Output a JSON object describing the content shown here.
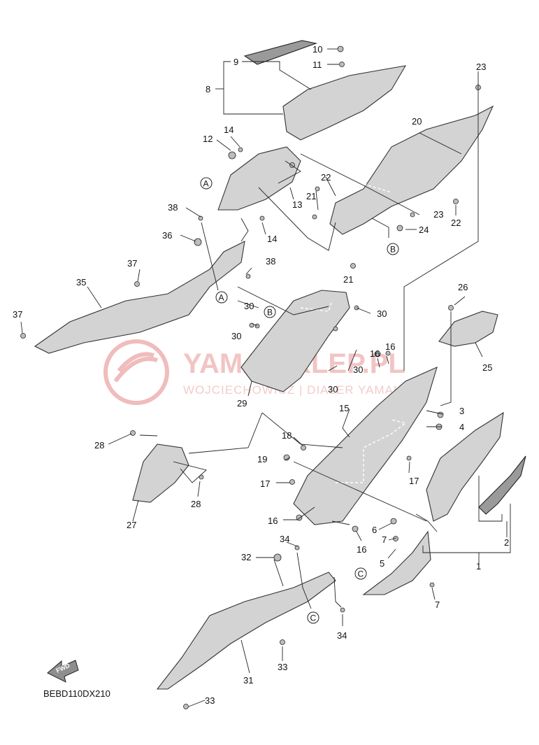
{
  "diagram_code": "BEBD110DX210",
  "fwd_label": "FWD",
  "watermark": {
    "brand": "YAMA-SKLEP.PL",
    "subtitle": "WOJCIECHOWICZ | DIALER YAMAHA"
  },
  "callouts": [
    "1",
    "2",
    "3",
    "4",
    "5",
    "6",
    "7",
    "7",
    "7",
    "8",
    "9",
    "10",
    "11",
    "12",
    "13",
    "14",
    "14",
    "15",
    "16",
    "16",
    "16",
    "16",
    "17",
    "17",
    "18",
    "19",
    "20",
    "21",
    "21",
    "22",
    "22",
    "23",
    "23",
    "24",
    "25",
    "26",
    "27",
    "28",
    "28",
    "29",
    "30",
    "30",
    "30",
    "30",
    "30",
    "31",
    "32",
    "33",
    "33",
    "34",
    "34",
    "35",
    "36",
    "37",
    "37",
    "38",
    "38"
  ],
  "reference_markers": [
    "A",
    "A",
    "B",
    "B",
    "C",
    "C"
  ]
}
